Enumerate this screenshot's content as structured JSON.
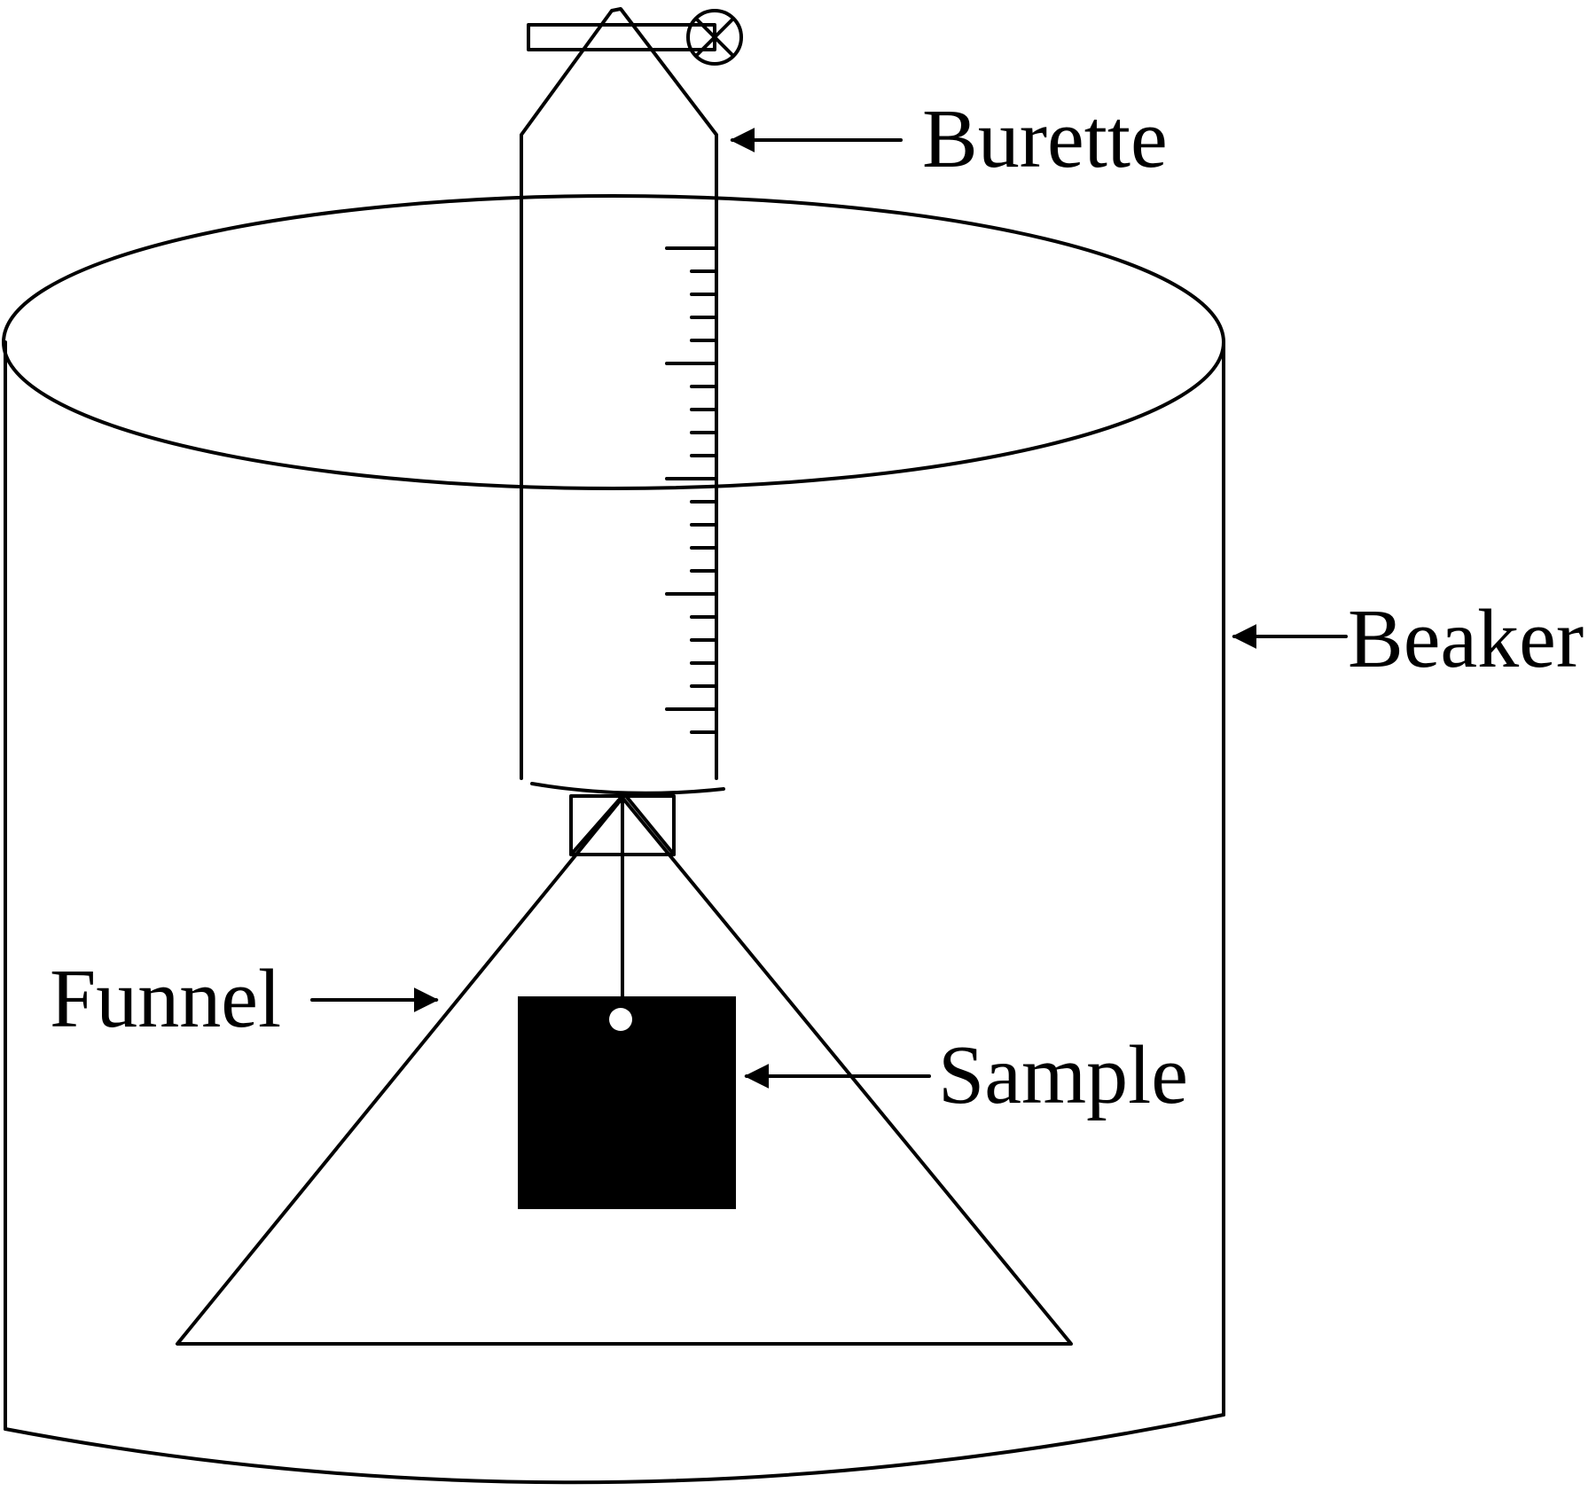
{
  "labels": {
    "burette": "Burette",
    "beaker": "Beaker",
    "funnel": "Funnel",
    "sample": "Sample"
  },
  "colors": {
    "ink": "#000000",
    "background": "#ffffff"
  }
}
